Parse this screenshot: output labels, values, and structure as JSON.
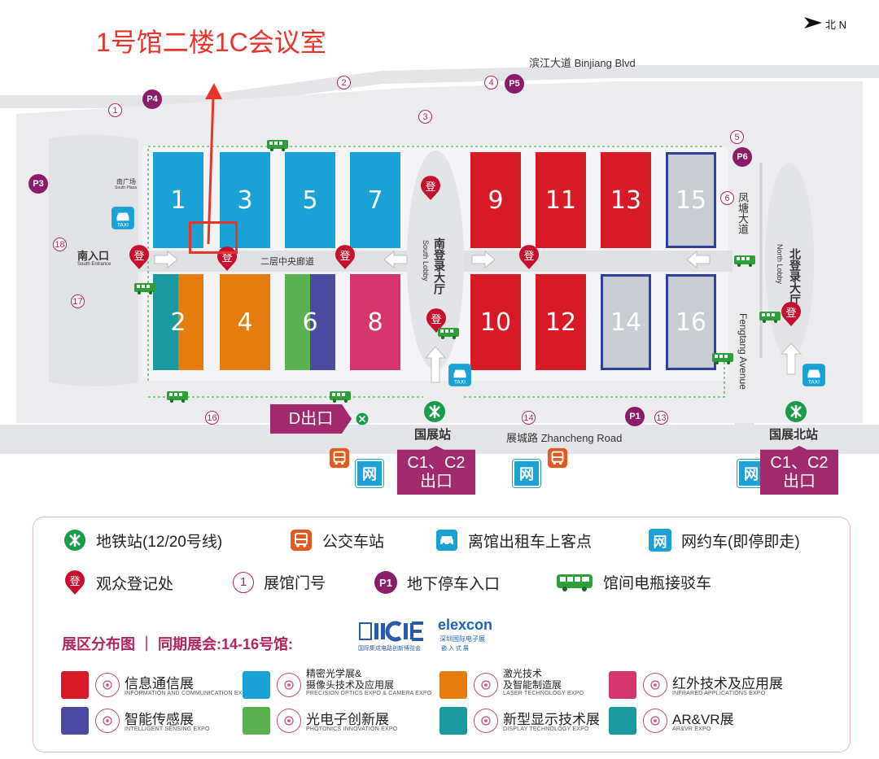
{
  "title": "1号馆二楼1C会议室",
  "compass": "北 N",
  "roads": {
    "binjiang": "滨江大道 Binjiang Blvd",
    "zhancheng": "展城路 Zhancheng Road",
    "fengtang_cn": "凤塘大道",
    "fengtang_en": "Fengtang Avenue",
    "corridor": "二层中央廊道"
  },
  "entrances": {
    "south_cn": "南入口",
    "south_en": "South Entrance",
    "south_plaza_cn": "南广场",
    "south_plaza_en": "South Plaza",
    "south_lobby_cn": "南登录大厅",
    "south_lobby_en": "South Lobby",
    "north_lobby_cn": "北登录大厅",
    "north_lobby_en": "North Lobby"
  },
  "halls": [
    {
      "num": "1",
      "color": "#1aa1d6"
    },
    {
      "num": "3",
      "color": "#1aa1d6"
    },
    {
      "num": "5",
      "color": "#1aa1d6"
    },
    {
      "num": "7",
      "color": "#1aa1d6"
    },
    {
      "num": "9",
      "color": "#d71a26"
    },
    {
      "num": "11",
      "color": "#d71a26"
    },
    {
      "num": "13",
      "color": "#d71a26"
    },
    {
      "num": "15",
      "color": "#c9ccd3"
    },
    {
      "num": "2",
      "color": "#1a9a9e"
    },
    {
      "num": "4",
      "color": "#e47d0e"
    },
    {
      "num": "6",
      "color": "#5bb04f"
    },
    {
      "num": "8",
      "color": "#d6356d"
    },
    {
      "num": "10",
      "color": "#d71a26"
    },
    {
      "num": "12",
      "color": "#d71a26"
    },
    {
      "num": "14",
      "color": "#c9ccd3"
    },
    {
      "num": "16",
      "color": "#c9ccd3"
    }
  ],
  "gates": [
    "1",
    "2",
    "3",
    "4",
    "5",
    "6",
    "14",
    "16",
    "17",
    "18",
    "13"
  ],
  "parking": [
    "P1",
    "P3",
    "P4",
    "P5",
    "P6"
  ],
  "stations": {
    "guozhan": "国展站",
    "guozhan_north": "国展北站"
  },
  "exits": {
    "d": "D出口",
    "c_line1": "C1、C2",
    "c_line2": "出口"
  },
  "badges": {
    "reg": "登",
    "wang": "网",
    "taxi": "TAXI"
  },
  "legend": {
    "metro": "地铁站(12/20号线)",
    "bus": "公交车站",
    "taxi": "离馆出租车上客点",
    "ride": "网约车(即停即走)",
    "register": "观众登记处",
    "gate": "展馆门号",
    "gate_sample": "1",
    "parking": "地下停车入口",
    "parking_sample": "P1",
    "shuttle": "馆间电瓶接驳车"
  },
  "layout_title": "展区分布图 ｜ 同期展会:14-16号馆:",
  "logos": {
    "iicie_cn": "国际集成电路创新博览会",
    "elexcon": "elexcon",
    "elexcon_cn": "深圳国际电子展",
    "elexcon_sub": "嵌 入 式 展"
  },
  "categories": [
    {
      "color": "#d71a26",
      "cn": "信息通信展",
      "en": "INFORMATION AND COMMUNICATION EXPO"
    },
    {
      "color": "#1aa1d6",
      "cn": "精密光学展&\n摄像头技术及应用展",
      "en": "PRECISION OPTICS EXPO & CAMERA EXPO"
    },
    {
      "color": "#e47d0e",
      "cn": "激光技术\n及智能制造展",
      "en": "LASER TECHNOLOGY EXPO"
    },
    {
      "color": "#d6356d",
      "cn": "红外技术及应用展",
      "en": "INFRARED APPLICATIONS EXPO"
    },
    {
      "color": "#4b4aa0",
      "cn": "智能传感展",
      "en": "INTELLIGENT SENSING EXPO"
    },
    {
      "color": "#5bb04f",
      "cn": "光电子创新展",
      "en": "PHOTONICS INNOVATION EXPO"
    },
    {
      "color": "#1a9a9e",
      "cn": "新型显示技术展",
      "en": "DISPLAY TECHNOLOGY EXPO"
    },
    {
      "color": "#1a9a9e",
      "cn": "AR&VR展",
      "en": "AR&VR EXPO"
    }
  ]
}
